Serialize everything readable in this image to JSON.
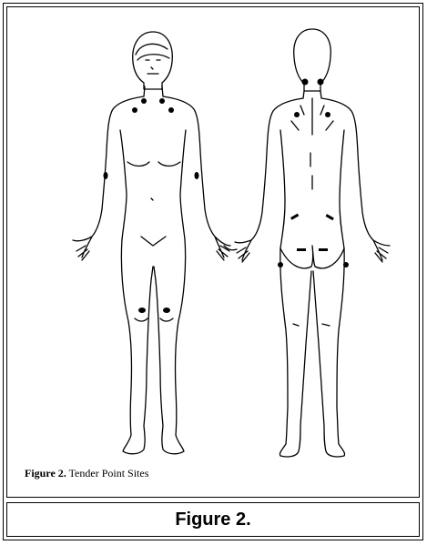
{
  "figure": {
    "inner_label_prefix": "Figure 2.",
    "inner_label_text": " Tender Point Sites",
    "caption": "Figure 2."
  },
  "colors": {
    "ink": "#000000",
    "background": "#ffffff"
  }
}
